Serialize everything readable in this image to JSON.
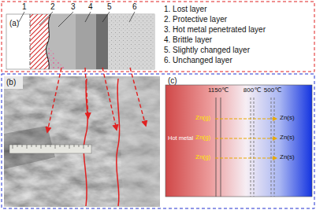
{
  "diagram": {
    "labels": [
      "(a)",
      "1",
      "2",
      "3",
      "4",
      "5",
      "6",
      "1. Lost layer",
      "2. Protective layer",
      "3. Hot metal penetrated layer",
      "4. Brittle layer",
      "5. Slightly changed layer",
      "6. Unchanged layer",
      "(b)",
      "(c)",
      "1150℃",
      "800℃",
      "500℃",
      "Hot metal",
      "Zn(g)",
      "Zn(g)",
      "Zn(g)",
      "Zn(s)",
      "Zn(s)",
      "Zn(s)"
    ]
  }
}
